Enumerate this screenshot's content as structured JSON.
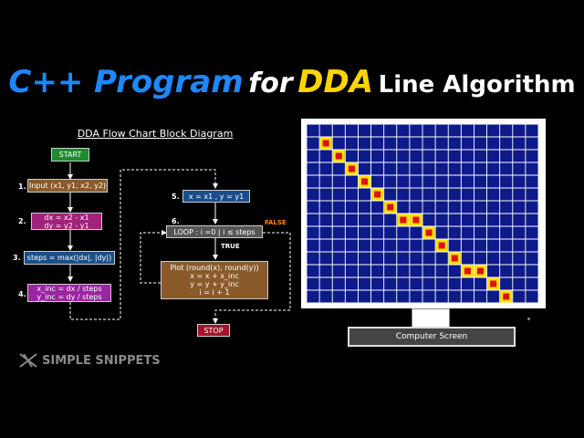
{
  "title": {
    "part1": "C++ Program",
    "part2": "for",
    "part3": "DDA",
    "part4": "Line Algorithm"
  },
  "flowchart": {
    "title": "DDA Flow Chart Block Diagram",
    "start": "START",
    "stop": "STOP",
    "steps": [
      {
        "num": "1.",
        "text": "Input (x1, y1, x2, y2)"
      },
      {
        "num": "2.",
        "text": "dx = x2 - x1\ndy = y2 - y1"
      },
      {
        "num": "3.",
        "text": "steps = max(|dx|, |dy|)"
      },
      {
        "num": "4.",
        "text": "x_inc = dx / steps\ny_inc = dy / steps"
      },
      {
        "num": "5.",
        "text": "x = x1 , y = y1"
      },
      {
        "num": "6.",
        "text": "LOOP : i =0 | i ≤ steps"
      }
    ],
    "plot": "Plot (round(x), round(y))\nx = x + x_inc\ny = y + y_inc\ni = i + 1",
    "false_label": "FALSE",
    "true_label": "TRUE"
  },
  "screen": {
    "label": "Computer Screen",
    "grid_cols": 18,
    "grid_rows": 14,
    "pixels": [
      [
        1,
        1
      ],
      [
        2,
        2
      ],
      [
        3,
        3
      ],
      [
        4,
        4
      ],
      [
        5,
        5
      ],
      [
        6,
        6
      ],
      [
        7,
        7
      ],
      [
        8,
        7
      ],
      [
        9,
        8
      ],
      [
        10,
        9
      ],
      [
        11,
        10
      ],
      [
        12,
        11
      ],
      [
        13,
        11
      ],
      [
        14,
        12
      ],
      [
        15,
        13
      ]
    ]
  },
  "logo": {
    "text": "SIMPLE SNIPPETS"
  },
  "colors": {
    "blue": "#1e88ff",
    "yellow": "#ffd400",
    "grid_bg": "#0d1a8a",
    "pixel_fill": "#ffe000",
    "pixel_core": "#e01010"
  }
}
